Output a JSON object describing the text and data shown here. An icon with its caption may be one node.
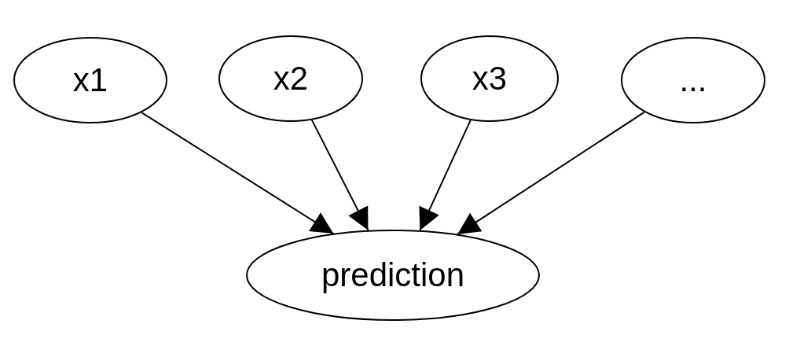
{
  "diagram": {
    "nodes": [
      {
        "text": [
          "x1"
        ]
      },
      {
        "text": [
          "x2"
        ]
      },
      {
        "text": [
          "x3"
        ]
      },
      {
        "text": [
          "..."
        ]
      },
      {
        "text": [
          "prediction"
        ]
      }
    ],
    "edges": [
      {
        "from": 0,
        "to": 4,
        "arrow": "to"
      },
      {
        "from": 1,
        "to": 4,
        "arrow": "to"
      },
      {
        "from": 2,
        "to": 4,
        "arrow": "to"
      },
      {
        "from": 3,
        "to": 4,
        "arrow": "to"
      }
    ]
  }
}
